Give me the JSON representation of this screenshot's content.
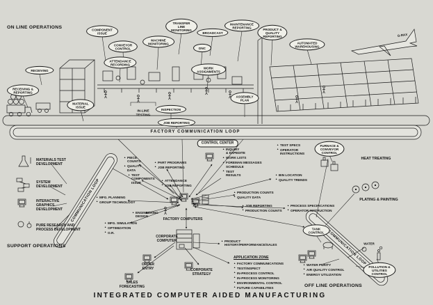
{
  "title": "INTEGRATED COMPUTER AIDED MANUFACTURING",
  "sections": {
    "on_line": "ON LINE OPERATIONS",
    "support": "SUPPORT OPERATIONS",
    "off_line": "OFF LINE OPERATIONS"
  },
  "loops": {
    "factory": "FACTORY COMMUNICATION LOOP",
    "left": "COMMUNICATION LOOP",
    "right": "COMMUNICATION LOOP"
  },
  "callouts": {
    "receiving": "RECEIVING",
    "receiving_reporting": "RECEIVING &\nREPORTING",
    "component_issue": "COMPONENT\nISSUE",
    "conveyor_control": "CONVEYOR\nCONTROL",
    "machine_monitoring": "MACHINE\nMONITORING",
    "transfer_line_monitoring": "TRANSFER\nLINE\nMONITORING",
    "dnc": "DNC",
    "broadcast": "BROADCAST",
    "maintenance_reporting": "MAINTENANCE\nREPORTING",
    "product_quality_reporting": "PRODUCT &\nQUALITY\nREPORTING",
    "automated_warehousing": "AUTOMATED\nWAREHOUSING",
    "attendance_recording": "ATTENDANCE\nRECORDING",
    "work_assignments": "WORK\nASSIGNMENTS",
    "material_issue": "MATERIAL\nISSUE",
    "inspection": "INSPECTION",
    "job_reporting": "JOB REPORTING",
    "assembly_plan": "ASSEMBLY\nPLAN",
    "furnace_conveyor_control": "FURNACE &\nCONVEYOR\nCONTROL",
    "tank_control": "TANK\nCONTROL",
    "pollution_utilities_control": "POLLUTION &\nUTILITIES\nCONTROL"
  },
  "floor_labels": {
    "inline_testing": "IN-LINE\nTESTING",
    "heat_treating": "HEAT TREATING",
    "plating_painting": "PLATING & PAINTING",
    "water": "WATER"
  },
  "control_center": {
    "title": "CONTROL CENTER",
    "items": [
      "INQUIRY\n& EXPEDITE",
      "WORK LISTS",
      "FOREMAN MESSAGES\nSCHEDULE",
      "TEST\nRESULTS"
    ]
  },
  "hub": {
    "factory_computers": "FACTORY COMPUTERS",
    "piece_counts": [
      "PIECE\nCOUNTS",
      "QUALITY\nDATA"
    ],
    "part_programs": [
      "PART PROGRAMS",
      "JOB REPORTING"
    ],
    "test_components": [
      "TEST\nCOMPONENTS\nISSUE"
    ],
    "attendance": [
      "ATTENDANCE",
      "JOB REPORTING"
    ],
    "mfg_planning": [
      "MFG. PLANNING",
      "GROUP TECHNOLOGY"
    ],
    "engineering_design": [
      "ENGINEERING\nDESIGN"
    ],
    "mfg_simulation": [
      "MFG. SIMULATION",
      "OPTIMIZATION",
      "O.R."
    ],
    "test_specs": [
      "TEST SPECS",
      "OPERATOR\nINSTRUCTIONS"
    ],
    "bin_location": [
      "BIN LOCATION",
      "QUALITY TRENDS"
    ],
    "production_counts": [
      "PRODUCTION COUNTS",
      "QUALITY DATA"
    ],
    "job_reporting_counts": [
      "JOB REPORTING",
      "PRODUCTION COUNTS"
    ],
    "process_specs": [
      "PROCESS SPECIFICATIONS",
      "OPERATOR INSTRUCTION"
    ]
  },
  "support_items": {
    "materials_test": "MATERIALS TEST\nDEVELOPMENT",
    "system_development": "SYSTEM\nDEVELOPMENT",
    "interactive_graphics": "INTERACTIVE\nGRAPHICS\nDEVELOPMENT",
    "pure_research": "PURE RESEARCH AND\nPROCESS DEVELOPMENT"
  },
  "corporate": {
    "computer": "CORPORATE\nCOMPUTER",
    "order_entry": "ORDER\nENTRY",
    "sales_forecasting": "SALES\nFORECASTING",
    "corporate_strategy": "CORPORATE\nSTRATEGY",
    "product_history": "PRODUCT\nHISTORY/PERFORMANCE/SALES"
  },
  "application_zone": {
    "title": "APPLICATION ZONE",
    "items": [
      "FACTORY COMMUNICATIONS",
      "TEST/INSPECT",
      "IN-PROCESS CONTROL",
      "IN-PROCESS MONITORING",
      "ENVIRONMENTAL CONTROL",
      "FUTURE CAPABILITIES"
    ]
  },
  "off_line_items": [
    "WATER PURITY",
    "AIR QUALITY CONTROL",
    "ENERGY UTILIZATION"
  ],
  "misc": {
    "aircraft_marking": "G-RAX"
  },
  "colors": {
    "ink": "#1a1a1a",
    "paper": "#d8d8d2",
    "bubble": "#efefe8"
  }
}
